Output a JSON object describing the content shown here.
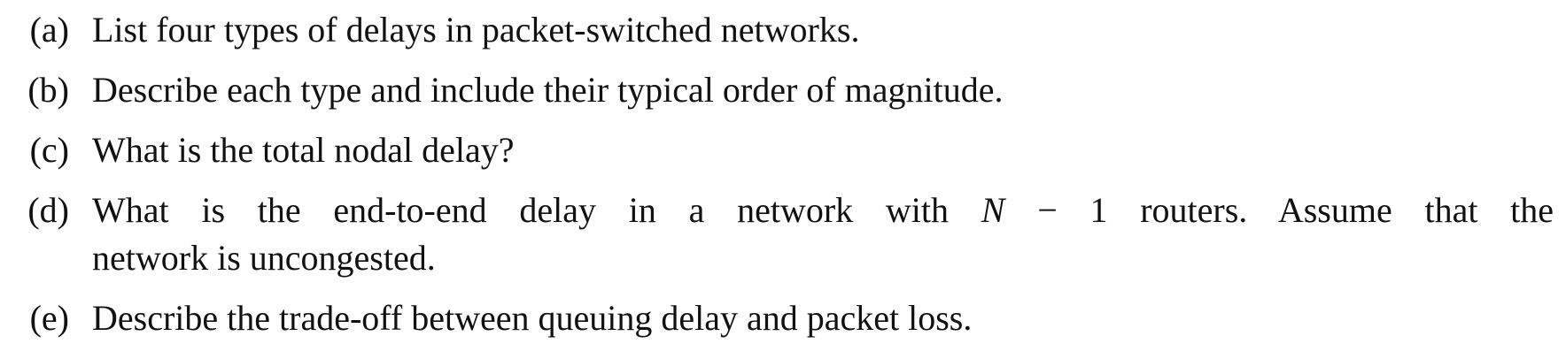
{
  "questions": [
    {
      "label": "(a)",
      "text": "List four types of delays in packet-switched networks."
    },
    {
      "label": "(b)",
      "text": "Describe each type and include their typical order of magnitude."
    },
    {
      "label": "(c)",
      "text": "What is the total nodal delay?"
    },
    {
      "label": "(d)",
      "text_before": "What is the end-to-end delay in a network with",
      "math_var": "N",
      "math_rest": "− 1",
      "text_after": "routers.  Assume that the",
      "text_line2": "network is uncongested."
    },
    {
      "label": "(e)",
      "text": "Describe the trade-off between queuing delay and packet loss."
    }
  ]
}
